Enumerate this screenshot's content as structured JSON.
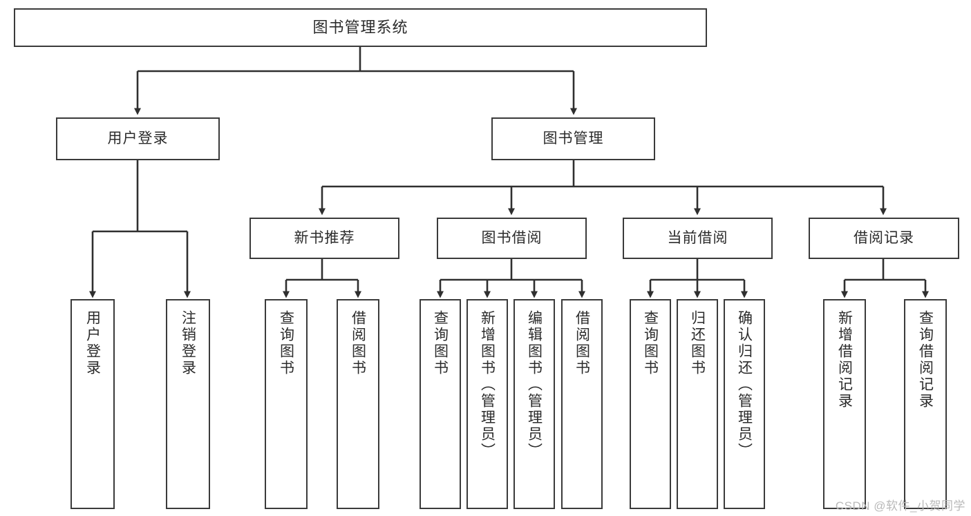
{
  "diagram": {
    "type": "tree",
    "title": "图书管理系统",
    "orientation": "top-down",
    "levels": 4,
    "colors": {
      "box_border": "#3a3a3a",
      "box_fill": "#ffffff",
      "connector": "#2f2f2f",
      "text": "#2b2b2b",
      "watermark": "#b9b9b9",
      "background": "#ffffff"
    },
    "root": {
      "label": "图书管理系统"
    },
    "level2": [
      {
        "label": "用户登录"
      },
      {
        "label": "图书管理"
      }
    ],
    "level3": [
      {
        "label": "新书推荐"
      },
      {
        "label": "图书借阅"
      },
      {
        "label": "当前借阅"
      },
      {
        "label": "借阅记录"
      }
    ],
    "leaves": {
      "user_login": [
        {
          "label": "用户登录"
        },
        {
          "label": "注销登录"
        }
      ],
      "new_book": [
        {
          "label": "查询图书"
        },
        {
          "label": "借阅图书"
        }
      ],
      "book_borrow": [
        {
          "label": "查询图书"
        },
        {
          "label": "新增图书（管理员）"
        },
        {
          "label": "编辑图书（管理员）"
        },
        {
          "label": "借阅图书"
        }
      ],
      "current_borrow": [
        {
          "label": "查询图书"
        },
        {
          "label": "归还图书"
        },
        {
          "label": "确认归还（管理员）"
        }
      ],
      "borrow_record": [
        {
          "label": "新增借阅记录"
        },
        {
          "label": "查询借阅记录"
        }
      ]
    },
    "edges": [
      {
        "from": "图书管理系统",
        "to": "用户登录"
      },
      {
        "from": "图书管理系统",
        "to": "图书管理"
      },
      {
        "from": "图书管理",
        "to": "新书推荐"
      },
      {
        "from": "图书管理",
        "to": "图书借阅"
      },
      {
        "from": "图书管理",
        "to": "当前借阅"
      },
      {
        "from": "图书管理",
        "to": "借阅记录"
      },
      {
        "from": "用户登录",
        "to": "用户登录"
      },
      {
        "from": "用户登录",
        "to": "注销登录"
      },
      {
        "from": "新书推荐",
        "to": "查询图书"
      },
      {
        "from": "新书推荐",
        "to": "借阅图书"
      },
      {
        "from": "图书借阅",
        "to": "查询图书"
      },
      {
        "from": "图书借阅",
        "to": "新增图书（管理员）"
      },
      {
        "from": "图书借阅",
        "to": "编辑图书（管理员）"
      },
      {
        "from": "图书借阅",
        "to": "借阅图书"
      },
      {
        "from": "当前借阅",
        "to": "查询图书"
      },
      {
        "from": "当前借阅",
        "to": "归还图书"
      },
      {
        "from": "当前借阅",
        "to": "确认归还（管理员）"
      },
      {
        "from": "借阅记录",
        "to": "新增借阅记录"
      },
      {
        "from": "借阅记录",
        "to": "查询借阅记录"
      }
    ]
  },
  "watermark": {
    "text": "CSDN @软件_小贺同学"
  }
}
